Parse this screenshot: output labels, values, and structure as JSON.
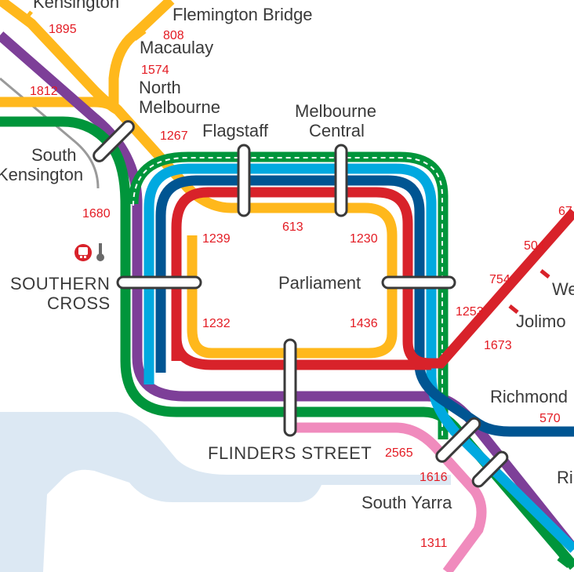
{
  "colors": {
    "water": "#dce8f3",
    "yellow": "#ffb81c",
    "purple": "#7d3f98",
    "green": "#00953b",
    "light_blue": "#00a9e0",
    "dark_blue": "#005592",
    "red": "#d8222a",
    "pink": "#f08bbd",
    "grey": "#9a9a9a",
    "label": "#3a3a3a",
    "number": "#e31b23"
  },
  "stations": {
    "kensington": "Kensington",
    "flemington_bridge": "Flemington Bridge",
    "macaulay": "Macaulay",
    "north_melbourne_1": "North",
    "north_melbourne_2": "Melbourne",
    "south_kensington_1": "South",
    "south_kensington_2": "Kensington",
    "flagstaff": "Flagstaff",
    "melbourne_central_1": "Melbourne",
    "melbourne_central_2": "Central",
    "southern_cross_1": "SOUTHERN",
    "southern_cross_2": "CROSS",
    "parliament": "Parliament",
    "flinders_street": "FLINDERS STREET",
    "richmond": "Richmond",
    "south_yarra": "South Yarra",
    "jolimont": "Jolimo",
    "west_richmond": "We",
    "ri": "Ri"
  },
  "segment_numbers": {
    "n1895": "1895",
    "n808": "808",
    "n1574": "1574",
    "n1812": "1812",
    "n1267": "1267",
    "n1680": "1680",
    "n613": "613",
    "n1239": "1239",
    "n1230": "1230",
    "n1232": "1232",
    "n1436": "1436",
    "n67": "67",
    "n504": "504",
    "n754": "754",
    "n1253": "1253",
    "n1673": "1673",
    "n570": "570",
    "n2565": "2565",
    "n1616": "1616",
    "n1311": "1311"
  },
  "icons": [
    "bus-icon",
    "coach-stop-icon"
  ]
}
